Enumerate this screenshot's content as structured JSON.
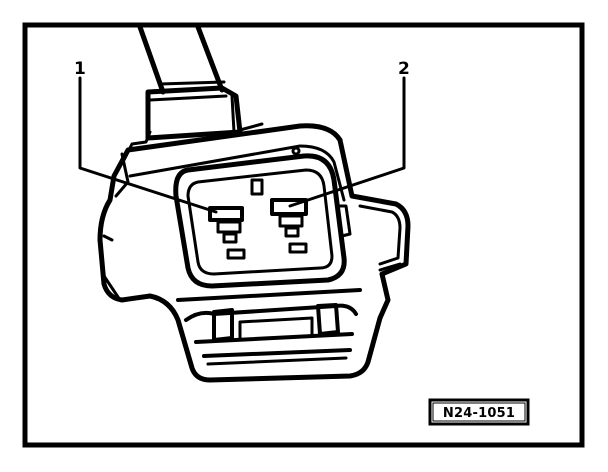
{
  "diagram": {
    "callouts": [
      {
        "id": "1",
        "label": "1",
        "refers_to": "terminal-1"
      },
      {
        "id": "2",
        "label": "2",
        "refers_to": "terminal-2"
      }
    ],
    "reference_code": "N24-1051",
    "colors": {
      "ink": "#000000",
      "paper": "#ffffff"
    }
  }
}
